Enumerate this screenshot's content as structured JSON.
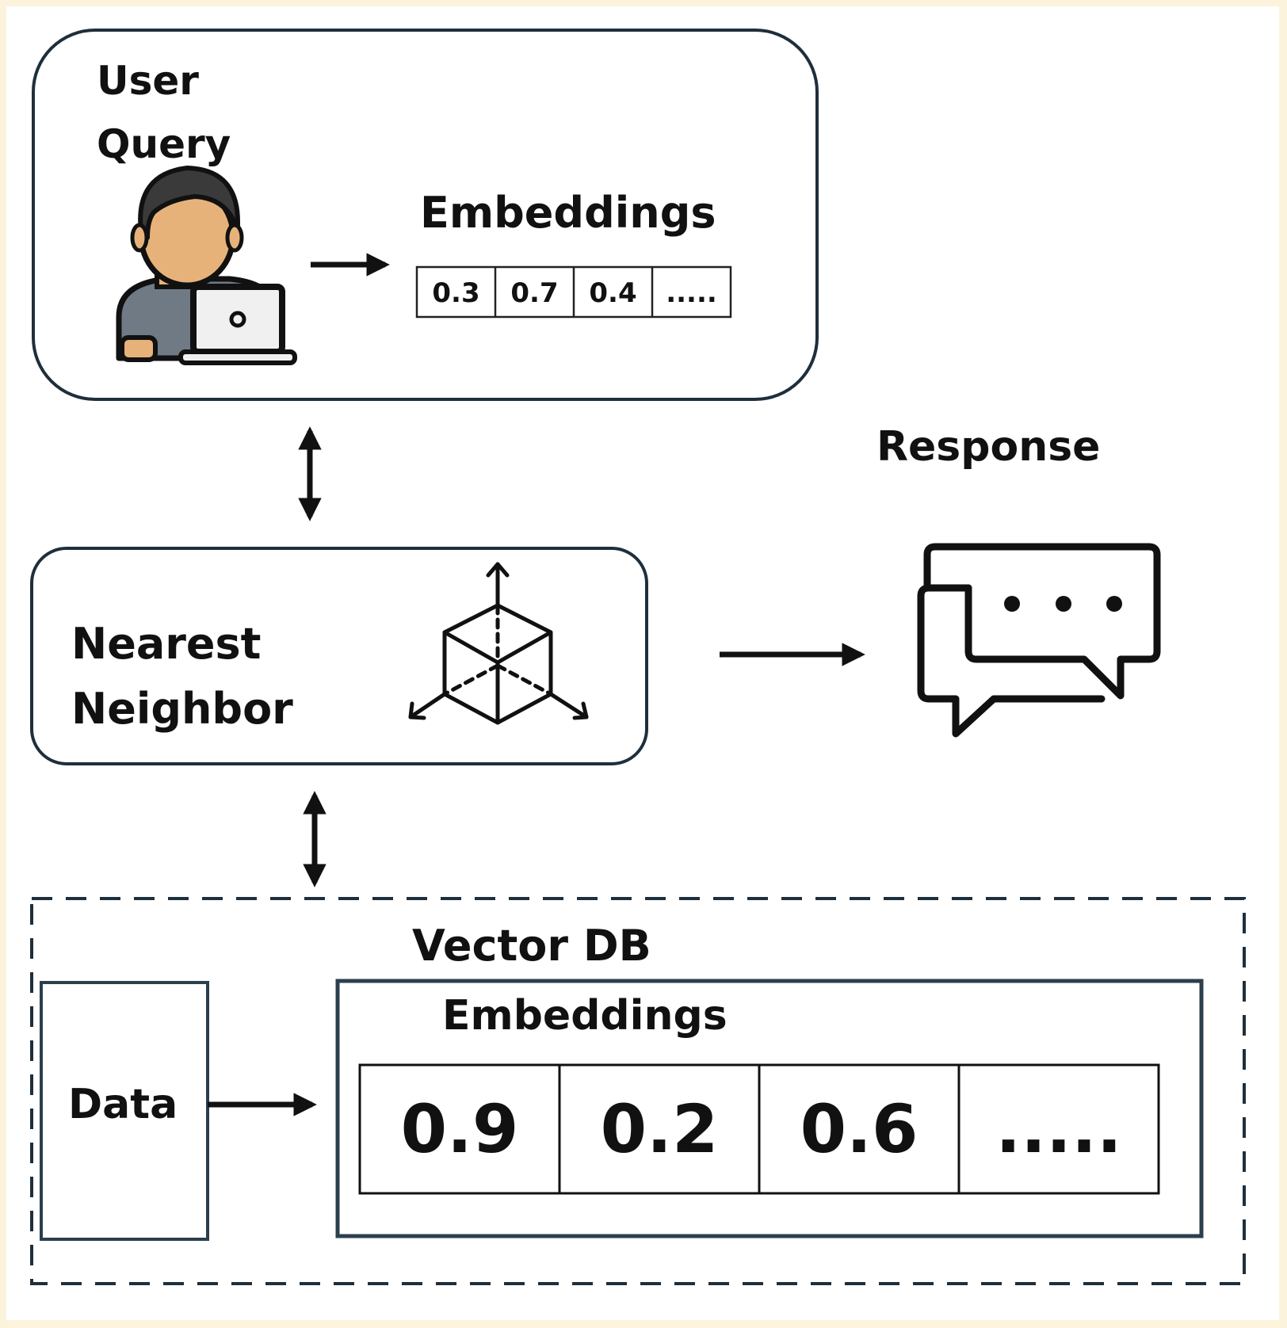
{
  "user_query": {
    "title": "User Query",
    "embeddings_label": "Embeddings",
    "vector": [
      "0.3",
      "0.7",
      "0.4",
      "....."
    ]
  },
  "nearest_neighbor": {
    "label": "Nearest Neighbor"
  },
  "response": {
    "label": "Response"
  },
  "vector_db": {
    "title": "Vector DB",
    "data_label": "Data",
    "embeddings_label": "Embeddings",
    "vector": [
      "0.9",
      "0.2",
      "0.6",
      "....."
    ]
  },
  "colors": {
    "stroke": "#1e2f3c",
    "ink": "#111111",
    "frame": "#fbf3dc",
    "skin": "#e7b27a",
    "hair": "#3a3a3a",
    "shirt": "#6f7a85",
    "laptop": "#f0f0f0"
  },
  "icons": [
    "user-laptop-icon",
    "cube-axes-icon",
    "chat-bubbles-icon"
  ]
}
